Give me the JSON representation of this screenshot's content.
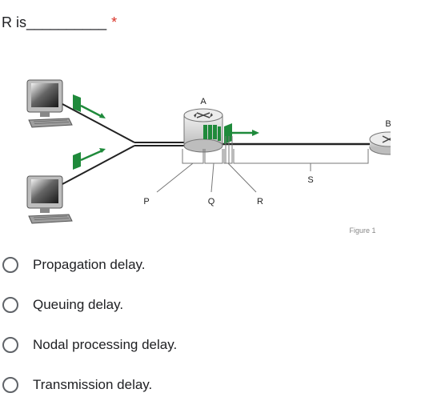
{
  "question": {
    "prefix": "R is ",
    "blank": "__________",
    "required_mark": "*"
  },
  "figure": {
    "labels": {
      "A": "A",
      "B": "B",
      "P": "P",
      "Q": "Q",
      "R": "R",
      "S": "S"
    },
    "caption": "Figure 1",
    "colors": {
      "packet": "#1f8a3b",
      "link": "#222222",
      "router": "#d8d8d8"
    }
  },
  "options": [
    {
      "label": "Propagation delay."
    },
    {
      "label": "Queuing delay."
    },
    {
      "label": "Nodal processing delay."
    },
    {
      "label": "Transmission delay."
    }
  ]
}
